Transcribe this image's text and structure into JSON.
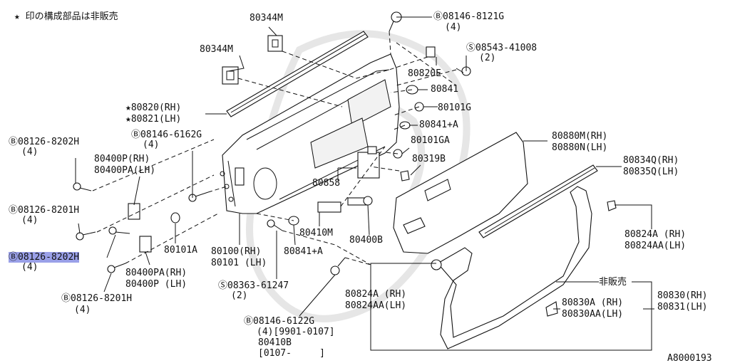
{
  "note": "★ 印の構成部品は非販売",
  "figure_id": "A8000193",
  "labels": {
    "l_80344M_top": "80344M",
    "l_80344M_left": "80344M",
    "l_08146_8121G": "Ⓑ08146-8121G",
    "l_08146_8121G_q": "(4)",
    "l_08543_41008": "Ⓢ08543-41008",
    "l_08543_41008_q": "(2)",
    "l_80820E": "80820E",
    "l_80841_a": "80841",
    "l_80101G": "80101G",
    "l_80841A_a": "80841+A",
    "l_80101GA": "80101GA",
    "l_80319B": "80319B",
    "l_80820RH": "★80820(RH)",
    "l_80821LH": "★80821(LH)",
    "l_08146_6162G": "Ⓑ08146-6162G",
    "l_08146_6162G_q": "(4)",
    "l_08126_8202H_a": "Ⓑ08126-8202H",
    "l_08126_8202H_a_q": "(4)",
    "l_80400P_RH": "80400P(RH)",
    "l_80400PA_LH": "80400PA(LH)",
    "l_08126_8201H_a": "Ⓑ08126-8201H",
    "l_08126_8201H_a_q": "(4)",
    "l_08126_8202H_b": "Ⓑ08126-8202H",
    "l_08126_8202H_b_q": "(4)",
    "l_80101A": "80101A",
    "l_80400PA_RH": "80400PA(RH)",
    "l_80400P_LH": "80400P (LH)",
    "l_08126_8201H_b": "Ⓑ08126-8201H",
    "l_08126_8201H_b_q": "(4)",
    "l_80858": "80858",
    "l_80410M": "80410M",
    "l_80400B": "80400B",
    "l_80100RH": "80100(RH)",
    "l_80101LH": "80101 (LH)",
    "l_80841A_b": "80841+A",
    "l_08363_61247": "Ⓢ08363-61247",
    "l_08363_61247_q": "(2)",
    "l_08146_6122G": "Ⓑ08146-6122G",
    "l_08146_6122G_q": "(4)[9901-0107]",
    "l_80410B": "80410B",
    "l_80410B_range": "[0107-     ]",
    "l_80880M_RH": "80880M(RH)",
    "l_80880N_LH": "80880N(LH)",
    "l_80834Q_RH": "80834Q(RH)",
    "l_80835Q_LH": "80835Q(LH)",
    "l_80824A_RH_r": "80824A (RH)",
    "l_80824AA_LH_r": "80824AA(LH)",
    "l_hihanbai": "非販売",
    "l_80824A_RH_m": "80824A (RH)",
    "l_80824AA_LH_m": "80824AA(LH)",
    "l_80830A_RH": "80830A (RH)",
    "l_80830AA_LH": "80830AA(LH)",
    "l_80830RH": "80830(RH)",
    "l_80831LH": "80831(LH)"
  }
}
